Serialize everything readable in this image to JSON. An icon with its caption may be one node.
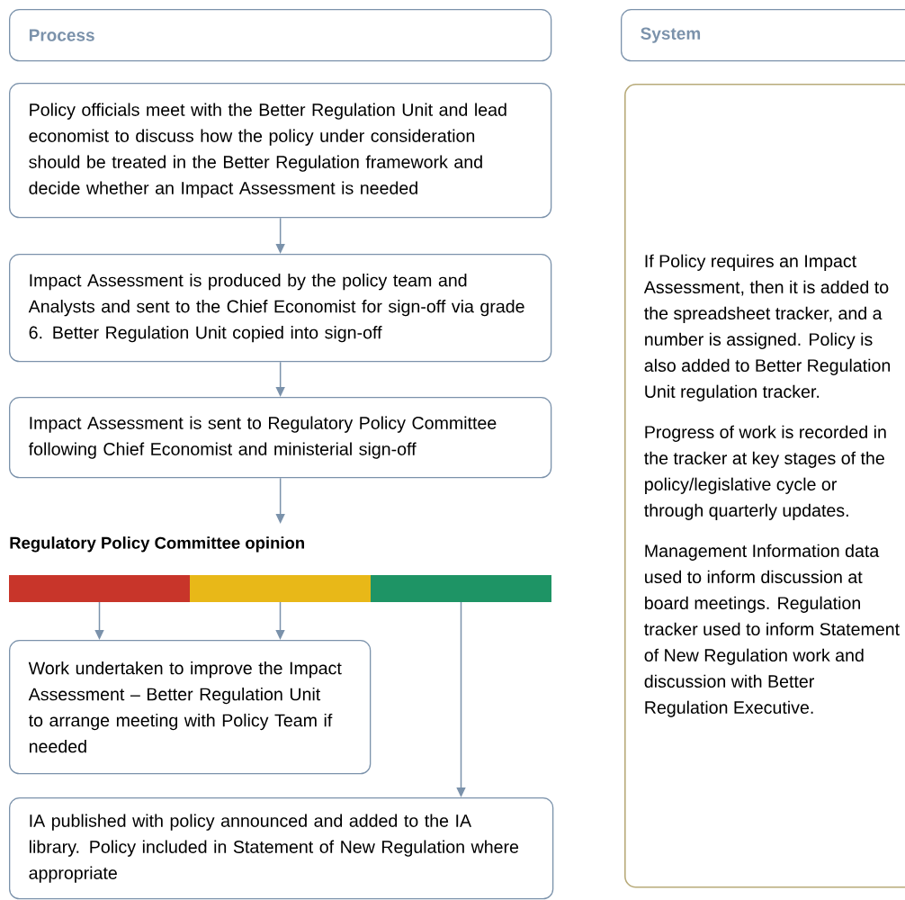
{
  "diagram": {
    "nodes": [
      {
        "text": [
          "Process"
        ]
      },
      {
        "text": [
          "System"
        ]
      },
      {
        "text": [
          "Policy officials meet with the Better Regulation Unit and lead economist to discuss how the policy under consideration should be treated in the Better Regulation framework and decide whether an Impact Assessment is needed"
        ]
      },
      {
        "text": [
          "Impact Assessment is produced by the policy team and Analysts and sent to the Chief Economist for sign-off via grade 6. Better Regulation Unit copied into sign-off"
        ]
      },
      {
        "text": [
          "Impact Assessment is sent to Regulatory Policy Committee following Chief Economist and ministerial sign-off"
        ]
      },
      {
        "text": [
          "Regulatory Policy Committee opinion"
        ]
      },
      {
        "text": [],
        "shape": "bar"
      },
      {
        "text": [],
        "shape": "bar"
      },
      {
        "text": [],
        "shape": "bar"
      },
      {
        "text": [
          "Work undertaken to improve the Impact Assessment – Better Regulation Unit to arrange meeting with Policy Team if needed"
        ]
      },
      {
        "text": [
          "IA published with policy announced and added to the IA library. Policy included in Statement of New Regulation where appropriate"
        ]
      },
      {
        "text": [
          "If Policy requires an Impact Assessment, then it is added to the spreadsheet tracker, and a number is assigned. Policy is also added to Better Regulation Unit regulation tracker.",
          "Progress of work is recorded in the tracker at key stages of the policy/legislative cycle or through quarterly updates.",
          "Management Information data used to inform discussion at board meetings. Regulation tracker used to inform Statement of New Regulation work and discussion with Better Regulation Executive."
        ]
      }
    ],
    "edges": [
      {
        "from": 2,
        "to": 3,
        "arrow": "to"
      },
      {
        "from": 3,
        "to": 4,
        "arrow": "to"
      },
      {
        "from": 4,
        "to": 5,
        "arrow": "to"
      },
      {
        "from": 6,
        "to": 9,
        "arrow": "to"
      },
      {
        "from": 7,
        "to": 9,
        "arrow": "to"
      },
      {
        "from": 8,
        "to": 10,
        "arrow": "to"
      }
    ]
  }
}
